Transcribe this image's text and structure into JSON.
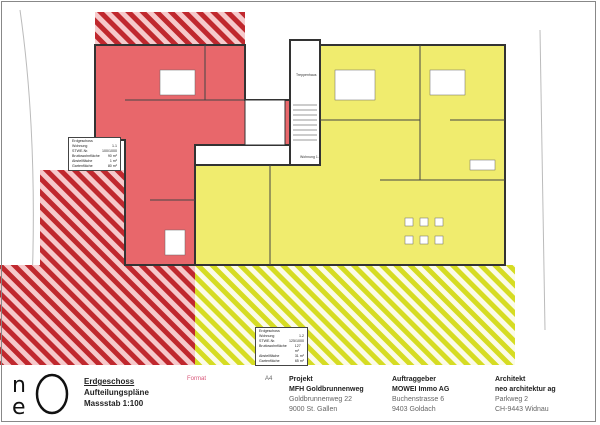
{
  "colors": {
    "unit_1": "#e8676b",
    "unit_2": "#f0ec6e",
    "hatch_red": "#c0282e",
    "hatch_yellow": "#d6dc23"
  },
  "legends": [
    {
      "title": "Erdgeschoss",
      "rows": [
        [
          "Wohnung",
          "1.1"
        ],
        [
          "STWE-Nr.",
          "100/1000"
        ],
        [
          "Bruttowohnfläche",
          "90 m²"
        ],
        [
          "Abstellfläche",
          "1 m²"
        ],
        [
          "Gartenfläche",
          "80 m²"
        ]
      ]
    },
    {
      "title": "Erdgeschoss",
      "rows": [
        [
          "Wohnung",
          "1.2"
        ],
        [
          "STWE-Nr.",
          "125/1000"
        ],
        [
          "Bruttowohnfläche",
          "127 m²"
        ],
        [
          "Abstellfläche",
          "31 m²"
        ],
        [
          "Gartenfläche",
          "65 m²"
        ]
      ]
    }
  ],
  "plan_labels": {
    "stair": "Treppenhaus",
    "unit_marker": "Wohnung 1.2"
  },
  "logo": {
    "text": "neO"
  },
  "title_block": {
    "drawing": {
      "line1": "Erdgeschoss",
      "line2": "Aufteilungspläne",
      "line3": "Massstab 1:100"
    },
    "format_label": "Format",
    "format_value": "A4",
    "project": {
      "heading": "Projekt",
      "name": "MFH Goldbrunnenweg",
      "street": "Goldbrunnenweg 22",
      "city": "9000 St. Gallen"
    },
    "client": {
      "heading": "Auftraggeber",
      "name": "MOWEI Immo AG",
      "street": "Buchenstrasse 6",
      "city": "9403 Goldach"
    },
    "architect": {
      "heading": "Architekt",
      "name": "neo architektur ag",
      "street": "Parkweg 2",
      "city": "CH-9443 Widnau"
    }
  }
}
